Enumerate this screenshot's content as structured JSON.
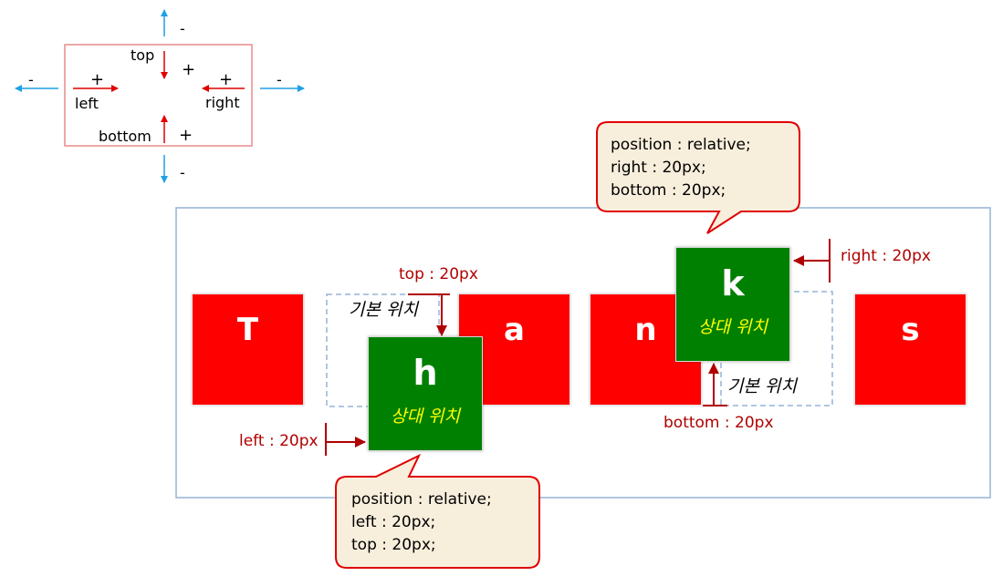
{
  "legend": {
    "top_label": "top",
    "left_label": "left",
    "right_label": "right",
    "bottom_label": "bottom",
    "plus": "+",
    "minus": "-"
  },
  "letters": [
    "T",
    "h",
    "a",
    "n",
    "k",
    "s"
  ],
  "offset_label": "상대 위치",
  "default_label": "기본 위치",
  "annotations": {
    "top": "top : 20px",
    "left": "left : 20px",
    "right": "right : 20px",
    "bottom": "bottom : 20px"
  },
  "callout_k": [
    "position : relative;",
    "right : 20px;",
    "bottom : 20px;"
  ],
  "callout_h": [
    "position : relative;",
    "left : 20px;",
    "top : 20px;"
  ],
  "colors": {
    "box_red": "#ff0000",
    "box_green": "#008000",
    "annotation_red": "#b00000",
    "arrow_blue": "#1ea0e6",
    "arrow_red": "#e00000",
    "callout_fill": "#f8eedc",
    "callout_border": "#e00000",
    "container_border": "#95b3d7"
  }
}
